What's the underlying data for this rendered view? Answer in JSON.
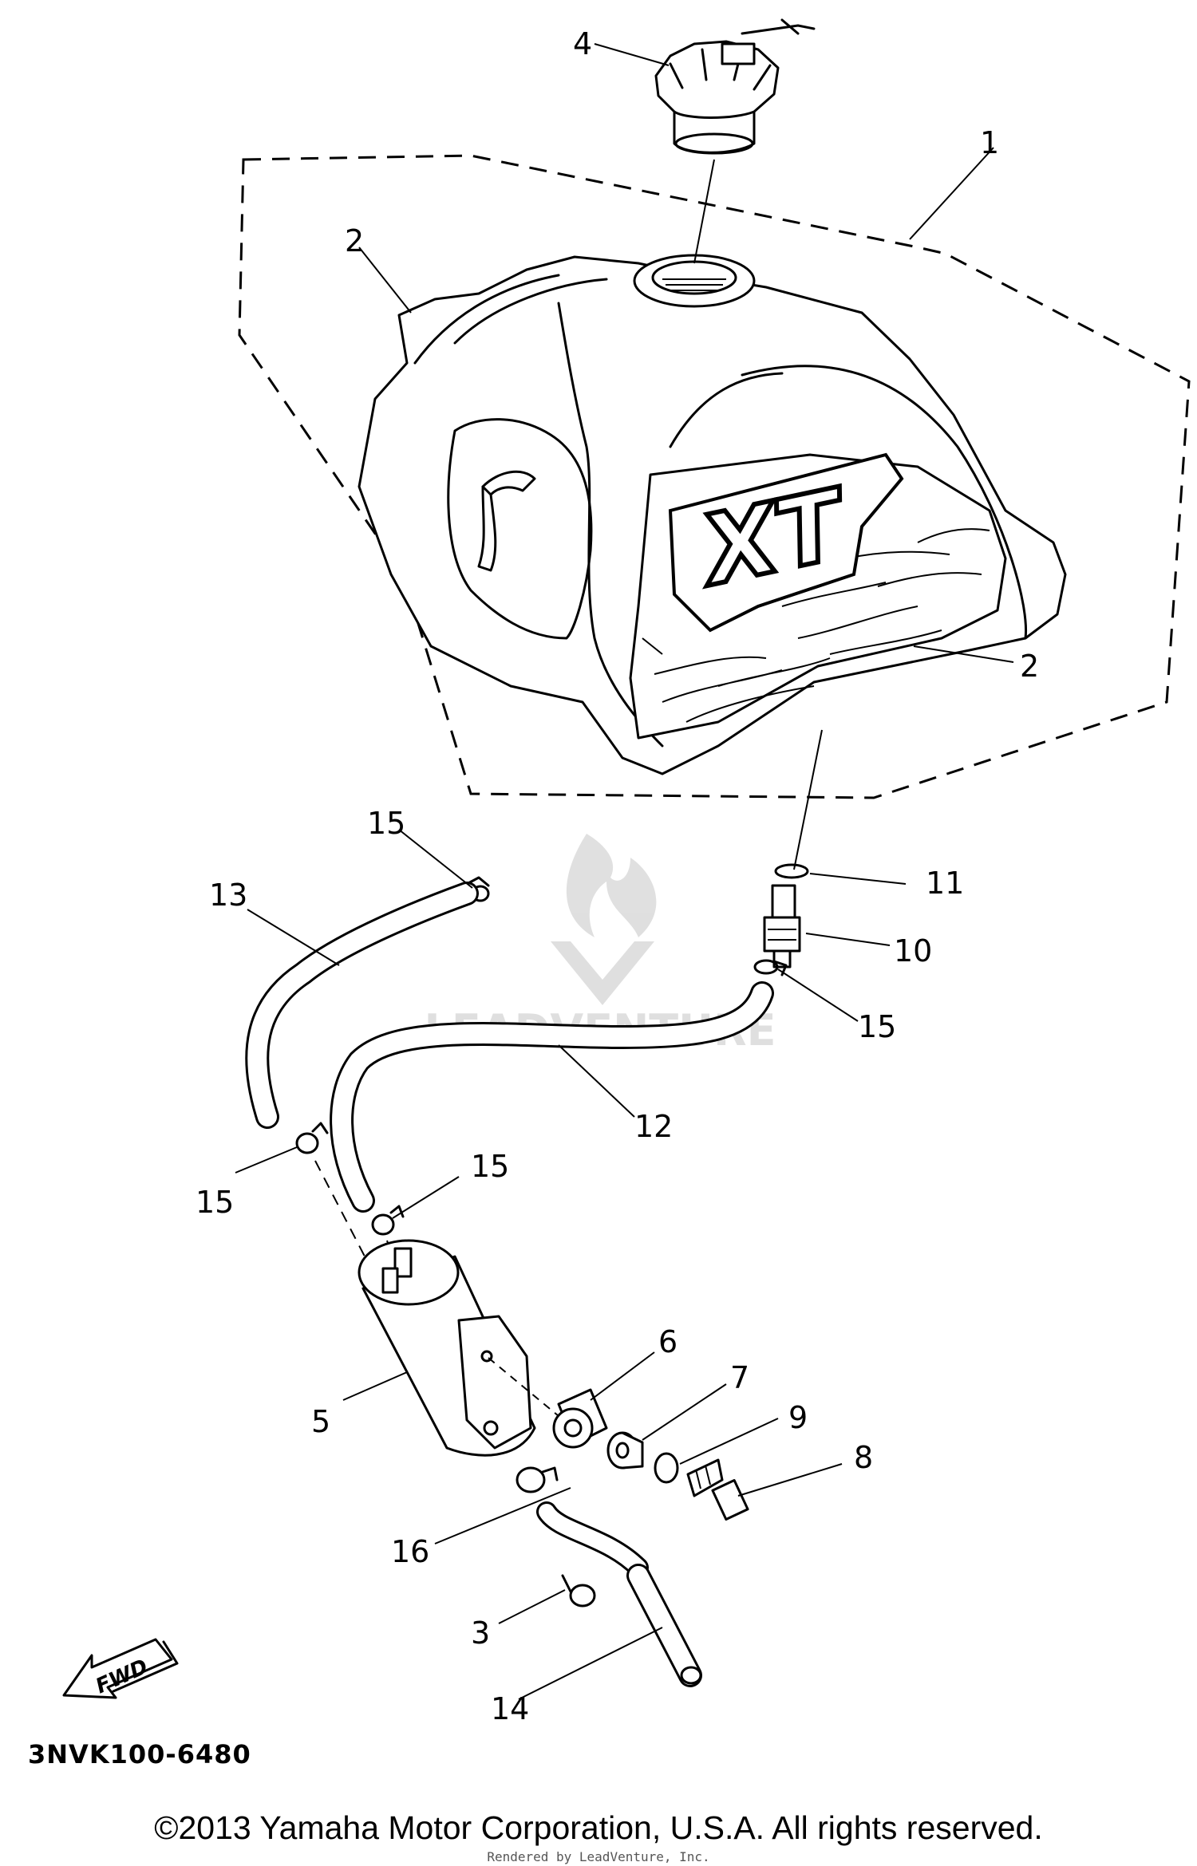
{
  "diagram": {
    "callouts": [
      {
        "id": "c1",
        "label": "1"
      },
      {
        "id": "c2a",
        "label": "2"
      },
      {
        "id": "c2b",
        "label": "2"
      },
      {
        "id": "c3",
        "label": "3"
      },
      {
        "id": "c4",
        "label": "4"
      },
      {
        "id": "c5",
        "label": "5"
      },
      {
        "id": "c6",
        "label": "6"
      },
      {
        "id": "c7",
        "label": "7"
      },
      {
        "id": "c8",
        "label": "8"
      },
      {
        "id": "c9",
        "label": "9"
      },
      {
        "id": "c10",
        "label": "10"
      },
      {
        "id": "c11",
        "label": "11"
      },
      {
        "id": "c12",
        "label": "12"
      },
      {
        "id": "c13",
        "label": "13"
      },
      {
        "id": "c14",
        "label": "14"
      },
      {
        "id": "c15a",
        "label": "15"
      },
      {
        "id": "c15b",
        "label": "15"
      },
      {
        "id": "c15c",
        "label": "15"
      },
      {
        "id": "c15d",
        "label": "15"
      },
      {
        "id": "c16",
        "label": "16"
      }
    ],
    "tank_logo_text": "XT",
    "fwd_label": "FWD",
    "watermark_text": "LEADVENTURE"
  },
  "footer": {
    "diagram_code": "3NVK100-6480",
    "copyright": "©2013 Yamaha Motor Corporation, U.S.A. All rights reserved.",
    "rendered_by": "Rendered by LeadVenture, Inc."
  }
}
